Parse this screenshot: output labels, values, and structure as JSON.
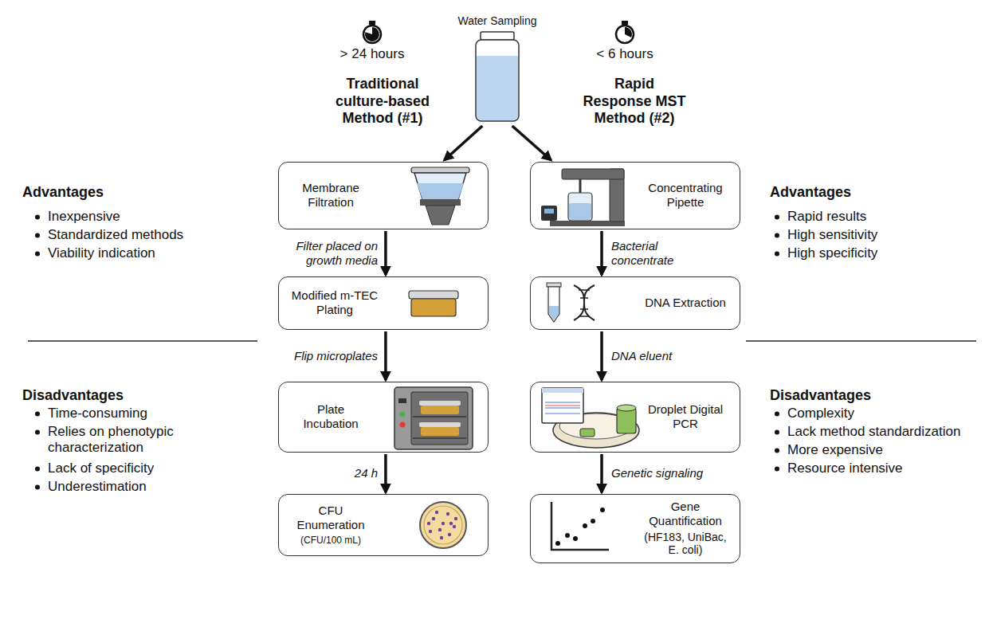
{
  "diagram": {
    "nodes": [
      {
        "text": [
          "Water Sampling"
        ]
      },
      {
        "text": [
          "Membrane Filtration"
        ]
      },
      {
        "text": [
          "Modified m-TEC Plating"
        ]
      },
      {
        "text": [
          "Plate Incubation"
        ]
      },
      {
        "text": [
          "CFU Enumeration",
          "(CFU/100 mL)"
        ]
      },
      {
        "text": [
          "Concentrating Pipette"
        ]
      },
      {
        "text": [
          "DNA Extraction"
        ]
      },
      {
        "text": [
          "Droplet Digital PCR"
        ]
      },
      {
        "text": [
          "Gene Quantification",
          "(HF183, UniBac, E. coli)"
        ]
      }
    ],
    "edges": [
      {
        "from": 0,
        "to": 1,
        "arrow": "to"
      },
      {
        "from": 0,
        "to": 5,
        "arrow": "to"
      },
      {
        "from": 1,
        "to": 2,
        "label": "Filter placed on growth media",
        "arrow": "to"
      },
      {
        "from": 2,
        "to": 3,
        "label": "Flip microplates",
        "arrow": "to"
      },
      {
        "from": 3,
        "to": 4,
        "label": "24 h",
        "arrow": "to"
      },
      {
        "from": 5,
        "to": 6,
        "label": "Bacterial concentrate",
        "arrow": "to"
      },
      {
        "from": 6,
        "to": 7,
        "label": "DNA eluent",
        "arrow": "to"
      },
      {
        "from": 7,
        "to": 8,
        "label": "Genetic signaling",
        "arrow": "to"
      }
    ],
    "labels": [
      "> 24 hours",
      "< 6 hours",
      "Traditional culture-based Method (#1)",
      "Rapid Response MST Method (#2)",
      "Advantages",
      "Inexpensive",
      "Standardized methods",
      "Viability indication",
      "Disadvantages",
      "Time-consuming",
      "Relies on phenotypic characterization",
      "Lack of specificity",
      "Underestimation",
      "Advantages",
      "Rapid results",
      "High sensitivity",
      "High specificity",
      "Disadvantages",
      "Complexity",
      "Lack method standardization",
      "More expensive",
      "Resource intensive"
    ]
  }
}
